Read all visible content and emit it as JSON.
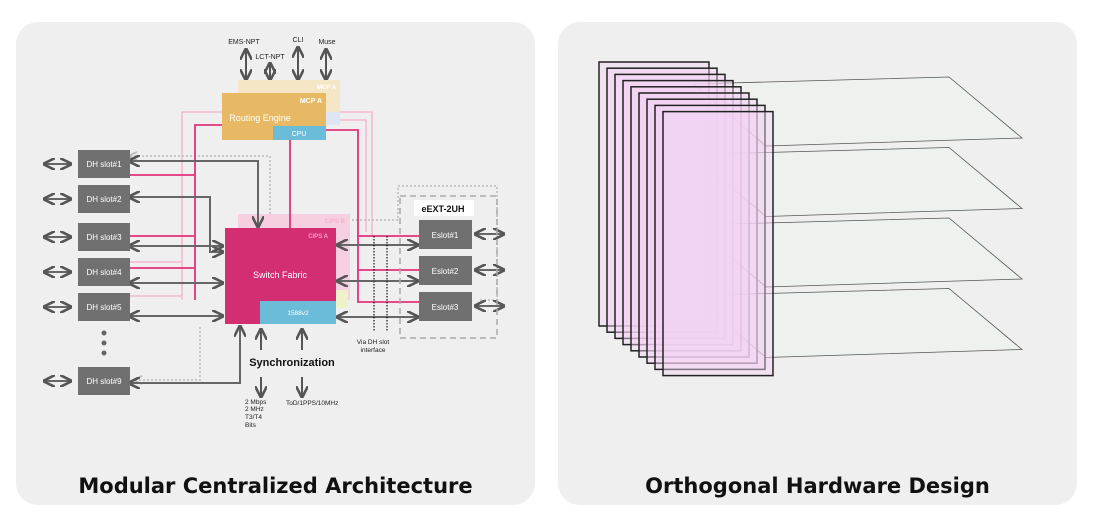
{
  "left_panel": {
    "title": "Modular Centralized Architecture",
    "management": [
      "EMS-NPT",
      "LCT-NPT",
      "CLI",
      "Muse"
    ],
    "mcp_b_label": "MCP A",
    "mcp_a_label": "MCP A",
    "routing_engine": "Routing Engine",
    "cpu": "CPU",
    "dh_slots": [
      "DH slot#1",
      "DH slot#2",
      "DH slot#3",
      "DH slot#4",
      "DH slot#5",
      "DH slot#9"
    ],
    "cips_b_label": "CIPS B",
    "cips_a_label": "CIPS A",
    "switch_fabric": "Switch Fabric",
    "sync_block": "1588v2",
    "ext_title": "eEXT-2UH",
    "eslots": [
      "Eslot#1",
      "Eslot#2",
      "Eslot#3"
    ],
    "via_label": [
      "Via DH slot",
      "interface"
    ],
    "sync_title": "Synchronization",
    "sync_outputs_left": [
      "2 Mbps",
      "2 MHz",
      "T3/T4",
      "Bits"
    ],
    "sync_outputs_right": "ToD/1PPS/10MHz",
    "colors": {
      "routing_engine": "#e8b964",
      "switch_fabric": "#d42e73",
      "cpu": "#6bbcd8",
      "slot": "#707070",
      "link": "#e0337a"
    }
  },
  "right_panel": {
    "title": "Orthogonal Hardware Design",
    "colors": {
      "cards": "#f3d2f5",
      "planes": "#eef2ee"
    }
  }
}
